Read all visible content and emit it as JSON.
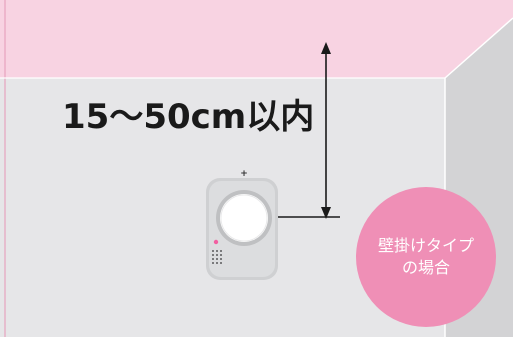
{
  "diagram": {
    "distance_label": "15～50cm以内",
    "badge": {
      "line1": "壁掛けタイプ",
      "line2": "の場合"
    },
    "colors": {
      "ceiling": "#f8d3e2",
      "wall": "#e6e6e8",
      "side_wall": "#d3d3d5",
      "outline": "#e7a3bf",
      "badge": "#ef8fb6",
      "line": "#1a1a1a",
      "device_body": "#cfd0d2",
      "device_face": "#ffffff"
    },
    "icons": {
      "device": "wall-mounted-alarm-icon",
      "plus_mark": "plus-icon"
    }
  }
}
